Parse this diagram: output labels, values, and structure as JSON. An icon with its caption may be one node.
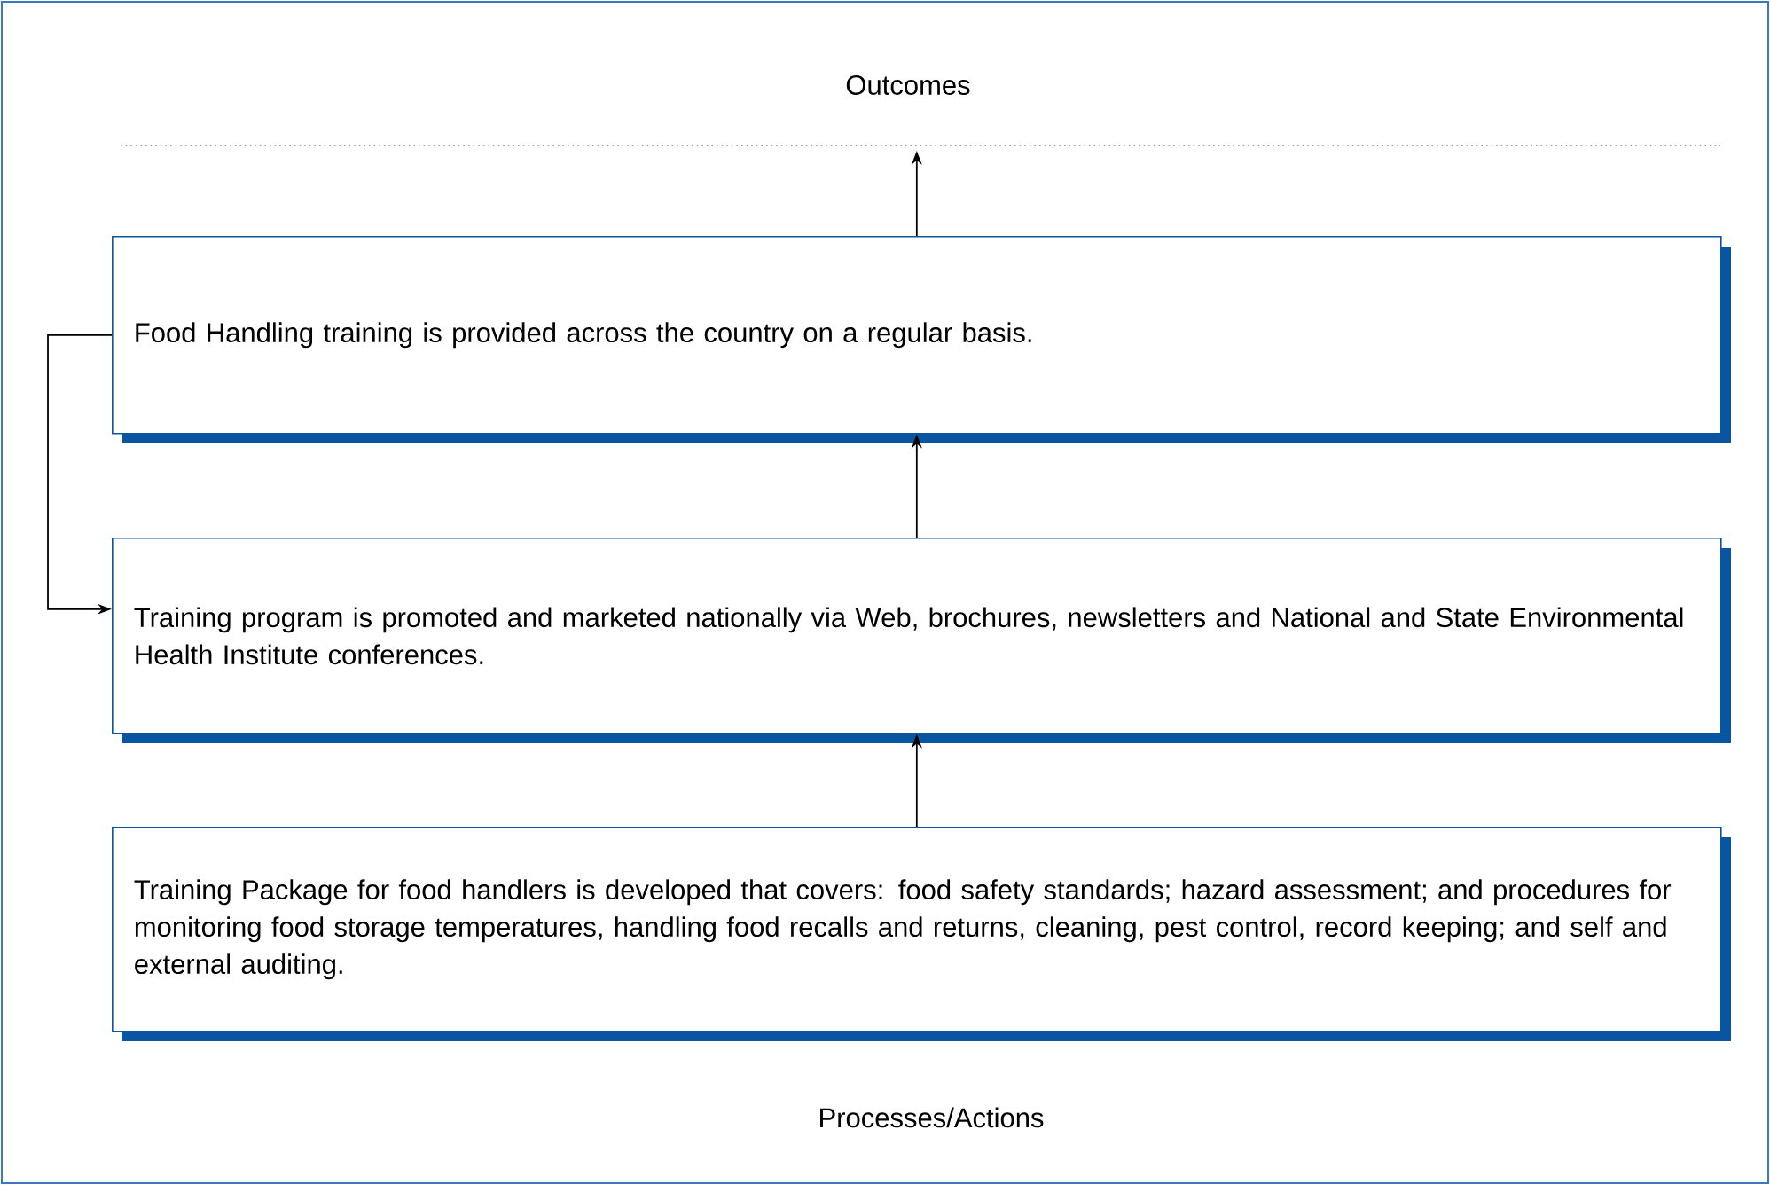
{
  "diagram": {
    "nodes": [
      {
        "text": [
          "Food Handling training is provided across the country on a regular basis."
        ]
      },
      {
        "text": [
          "Training program is promoted and marketed nationally via Web, brochures, newsletters and National and State Environmental Health Institute conferences."
        ]
      },
      {
        "text": [
          "Training Package for food handlers is developed that covers: food safety standards; hazard assessment; and procedures for monitoring food storage temperatures, handling food recalls and returns, cleaning, pest control, record keeping; and self and external auditing."
        ]
      }
    ],
    "edges": [
      {
        "from": 0,
        "to": null,
        "arrow": "to"
      },
      {
        "from": 1,
        "to": 0,
        "arrow": "to"
      },
      {
        "from": 2,
        "to": 1,
        "arrow": "to"
      },
      {
        "from": 0,
        "to": 1,
        "arrow": "to"
      }
    ],
    "labels": [
      "Outcomes",
      "Processes/Actions"
    ]
  }
}
